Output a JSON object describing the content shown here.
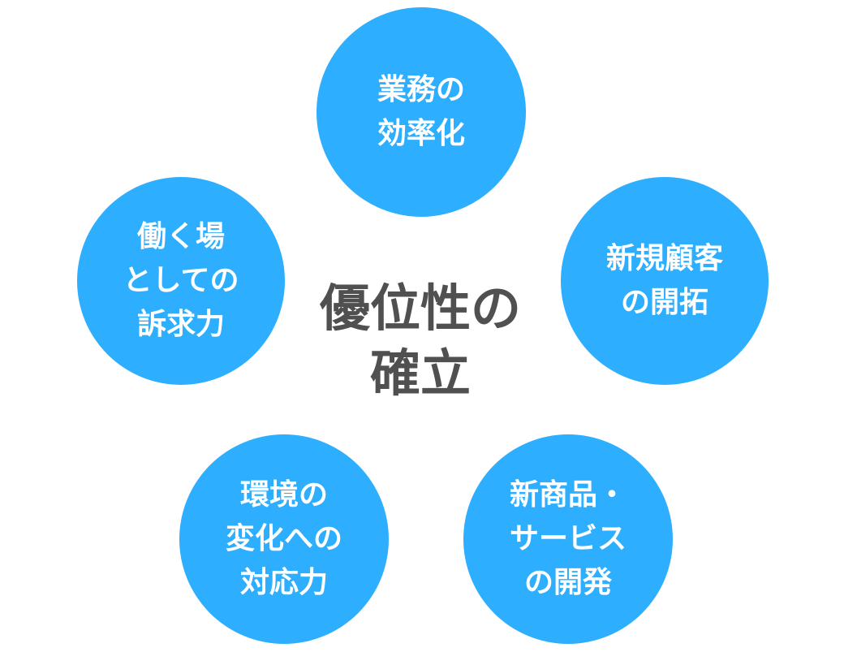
{
  "diagram": {
    "type": "radial",
    "accent_color": "#2daefe",
    "center_text_color": "#505050",
    "center": {
      "lines": [
        "優位性の",
        "確立"
      ]
    },
    "nodes": [
      {
        "id": "top",
        "lines": [
          "業務の",
          "効率化"
        ]
      },
      {
        "id": "right",
        "lines": [
          "新規顧客",
          "の開拓"
        ]
      },
      {
        "id": "bottom-right",
        "lines": [
          "新商品・",
          "サービス",
          "の開発"
        ]
      },
      {
        "id": "bottom-left",
        "lines": [
          "環境の",
          "変化への",
          "対応力"
        ]
      },
      {
        "id": "left",
        "lines": [
          "働く場",
          "としての",
          "訴求力"
        ]
      }
    ]
  }
}
